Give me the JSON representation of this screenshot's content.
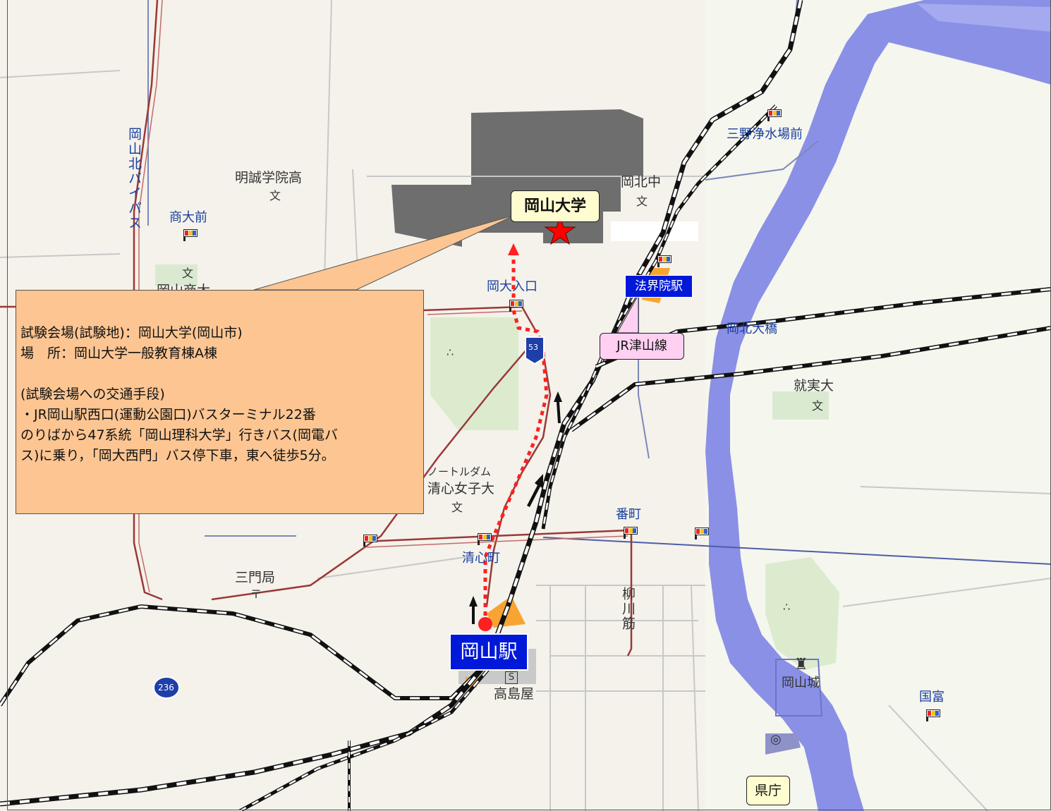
{
  "destination": {
    "label": "岡山大学"
  },
  "station_boxes": {
    "okayama": "岡山駅",
    "hokaiin": "法界院駅",
    "tsuyama_line": "JR津山線",
    "prefectural_office": "県庁"
  },
  "info_callout": {
    "lines": [
      "試験会場(試験地)：岡山大学(岡山市)",
      "場　所：岡山大学一般教育棟A棟",
      "",
      "(試験会場への交通手段)",
      "・JR岡山駅西口(運動公園口)バスターミナル22番",
      "のりばから47系統「岡山理科大学」行きバス(岡電バ",
      "ス)に乗り，「岡大西門」バス停下車，東へ徒歩5分。"
    ]
  },
  "map_labels": {
    "meisei_high": "明誠学院高",
    "kohoku_jh": "岡北中",
    "notre_dame_1": "ノートルダム",
    "notre_dame_2": "清心女子大",
    "sanmon_po": "三門局",
    "takashimaya": "高島屋",
    "okayama_castle": "岡山城",
    "shujitsu": "就実大",
    "kohoku_bridge": "岡北大橋",
    "okayama_sho": "岡山商大",
    "bypass": "岡山北バイパス",
    "yanagawa": "柳川筋",
    "school_symbol": "文",
    "post_symbol": "〒",
    "park_symbol": "∴",
    "dept_store_symbol": "S",
    "castle_symbol": "♜",
    "office_symbol": "◎"
  },
  "bus_stops": {
    "shodai_mae": "商大前",
    "okadai_iriguchi": "岡大入口",
    "seishincho": "清心町",
    "bancho": "番町",
    "mino": "三野浄水場前",
    "kokufu": "国富"
  },
  "route_shields": {
    "r53": "53",
    "r236": "236"
  },
  "colors": {
    "callout_fill": "#fcc592",
    "route_dots": "#ff2020",
    "station_blue": "#0018d8",
    "rail_dark": "#111111",
    "river": "#8a90e6"
  }
}
